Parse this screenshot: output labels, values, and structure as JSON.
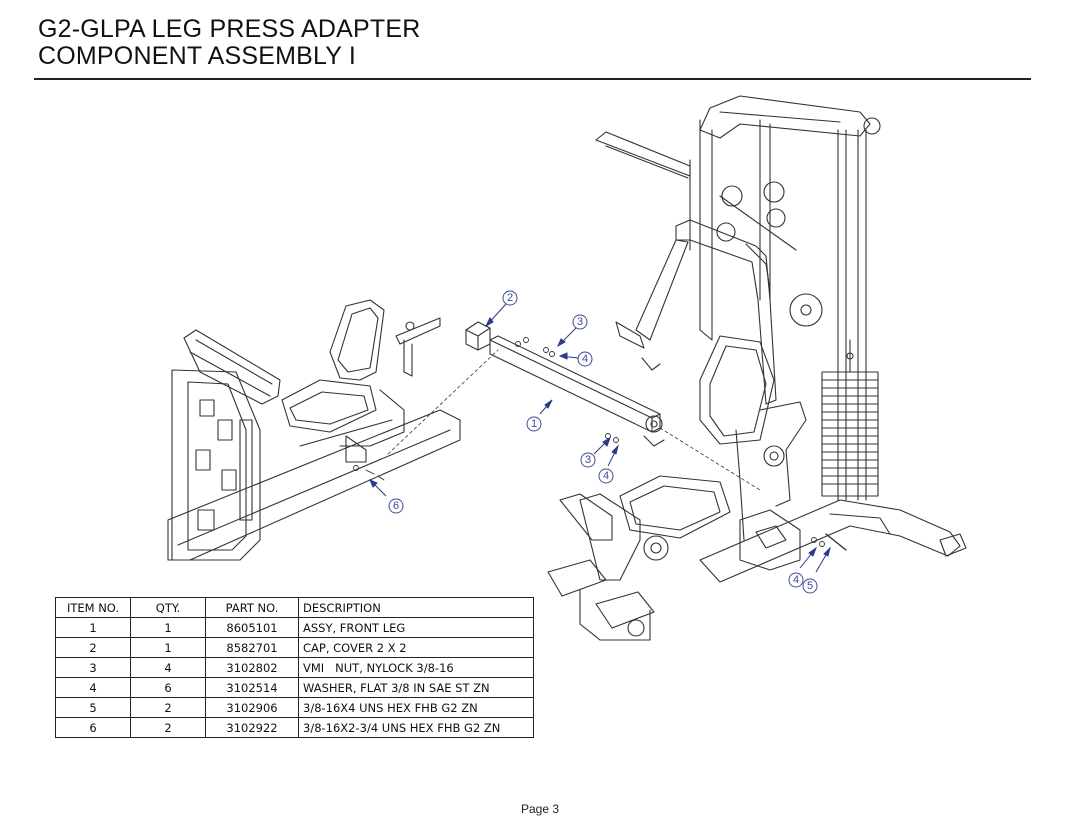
{
  "title": {
    "line1": "G2-GLPA LEG PRESS ADAPTER",
    "line2": "COMPONENT ASSEMBLY I"
  },
  "callouts": [
    "2",
    "3",
    "4",
    "1",
    "3",
    "4",
    "6",
    "4",
    "5"
  ],
  "table": {
    "headers": [
      "ITEM NO.",
      "QTY.",
      "PART NO.",
      "DESCRIPTION"
    ],
    "rows": [
      [
        "1",
        "1",
        "8605101",
        "ASSY, FRONT LEG"
      ],
      [
        "2",
        "1",
        "8582701",
        "CAP, COVER 2 X 2"
      ],
      [
        "3",
        "4",
        "3102802",
        "VMI   NUT, NYLOCK 3/8-16"
      ],
      [
        "4",
        "6",
        "3102514",
        "WASHER, FLAT 3/8 IN SAE ST ZN"
      ],
      [
        "5",
        "2",
        "3102906",
        "3/8-16X4 UNS HEX FHB G2 ZN"
      ],
      [
        "6",
        "2",
        "3102922",
        "3/8-16X2-3/4 UNS HEX FHB G2 ZN"
      ]
    ]
  },
  "footer": {
    "page": "Page 3"
  }
}
